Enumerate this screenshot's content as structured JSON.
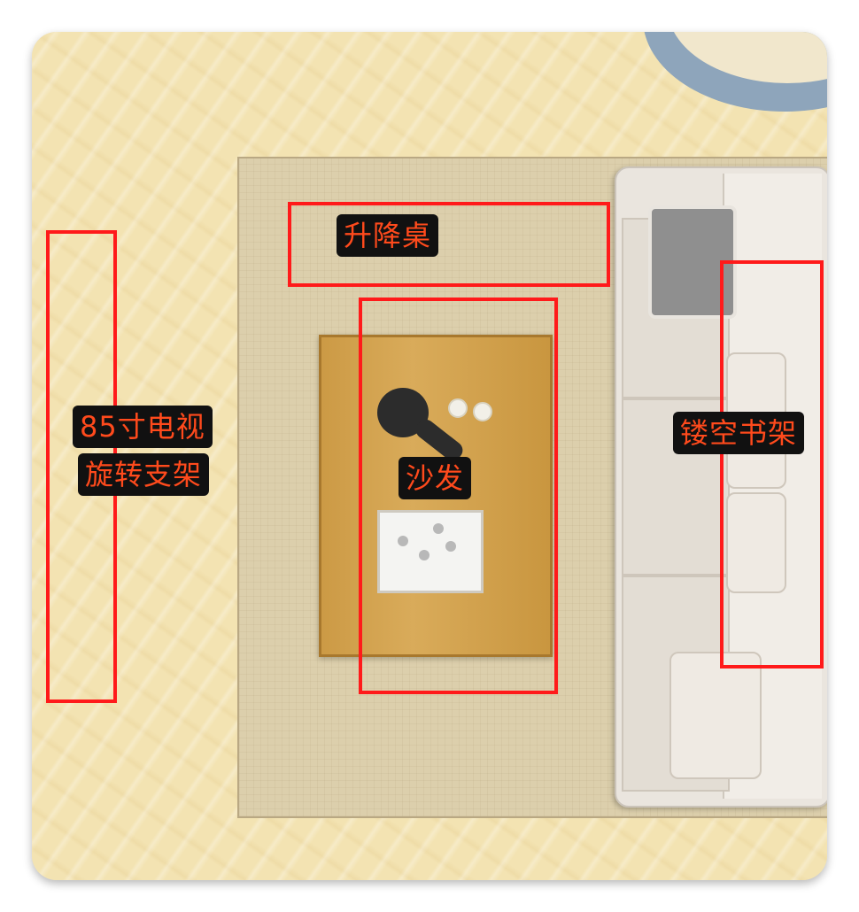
{
  "labels": {
    "tv": "85寸电视",
    "tv_mount": "旋转支架",
    "desk": "升降桌",
    "sofa": "沙发",
    "bookshelf": "镂空书架"
  },
  "colors": {
    "annotation_box": "#ff1a1a",
    "label_background": "#111111",
    "label_text": "#ff4a1c",
    "floor": "#f3e3b2",
    "rug": "#dccfac",
    "table": "#d9ab5a",
    "sofa": "#eae5de"
  },
  "icons": [
    "floor-lamp-icon",
    "cups-icon",
    "tray-icon",
    "armchair-icon"
  ]
}
